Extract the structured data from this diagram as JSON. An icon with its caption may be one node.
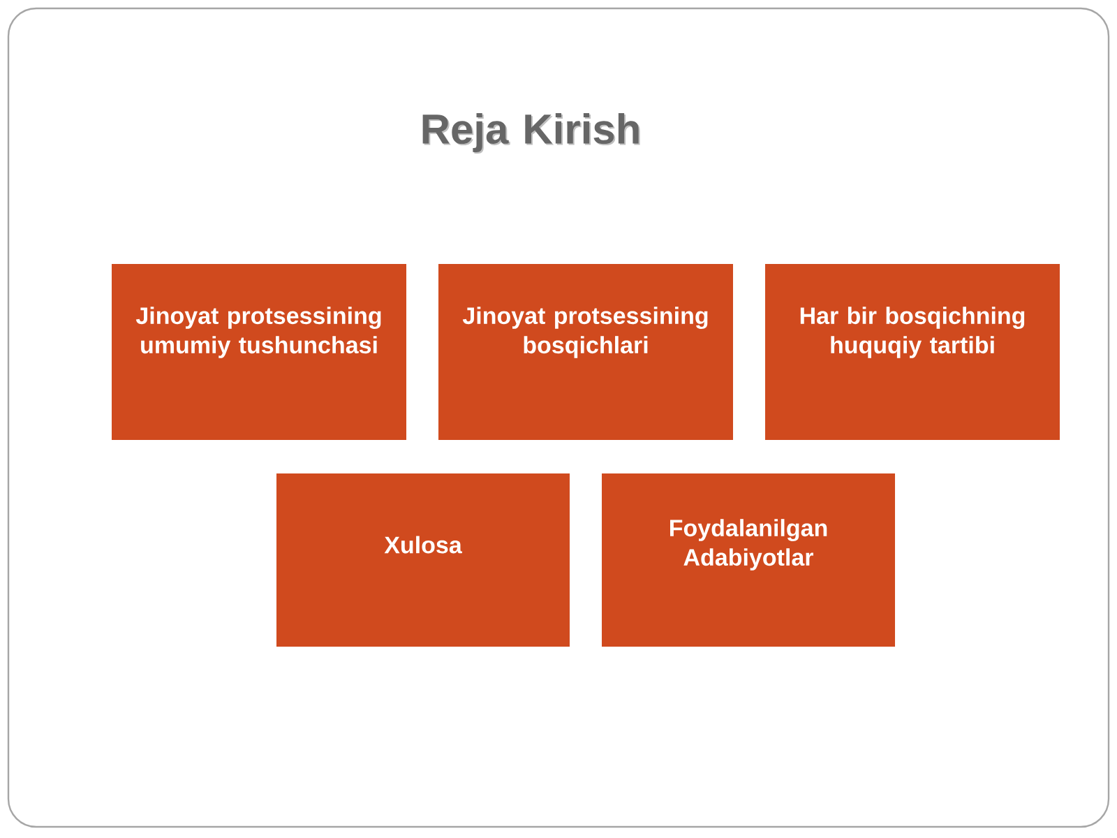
{
  "diagram": {
    "title": "Reja Kirish",
    "nodes": [
      {
        "text": [
          "Jinoyat protsessining umumiy tushunchasi"
        ]
      },
      {
        "text": [
          "Jinoyat protsessining bosqichlari"
        ]
      },
      {
        "text": [
          "Har bir bosqichning huquqiy tartibi"
        ]
      },
      {
        "text": [
          "Xulosa"
        ]
      },
      {
        "text": [
          "Foydalanilgan Adabiyotlar"
        ]
      }
    ]
  }
}
